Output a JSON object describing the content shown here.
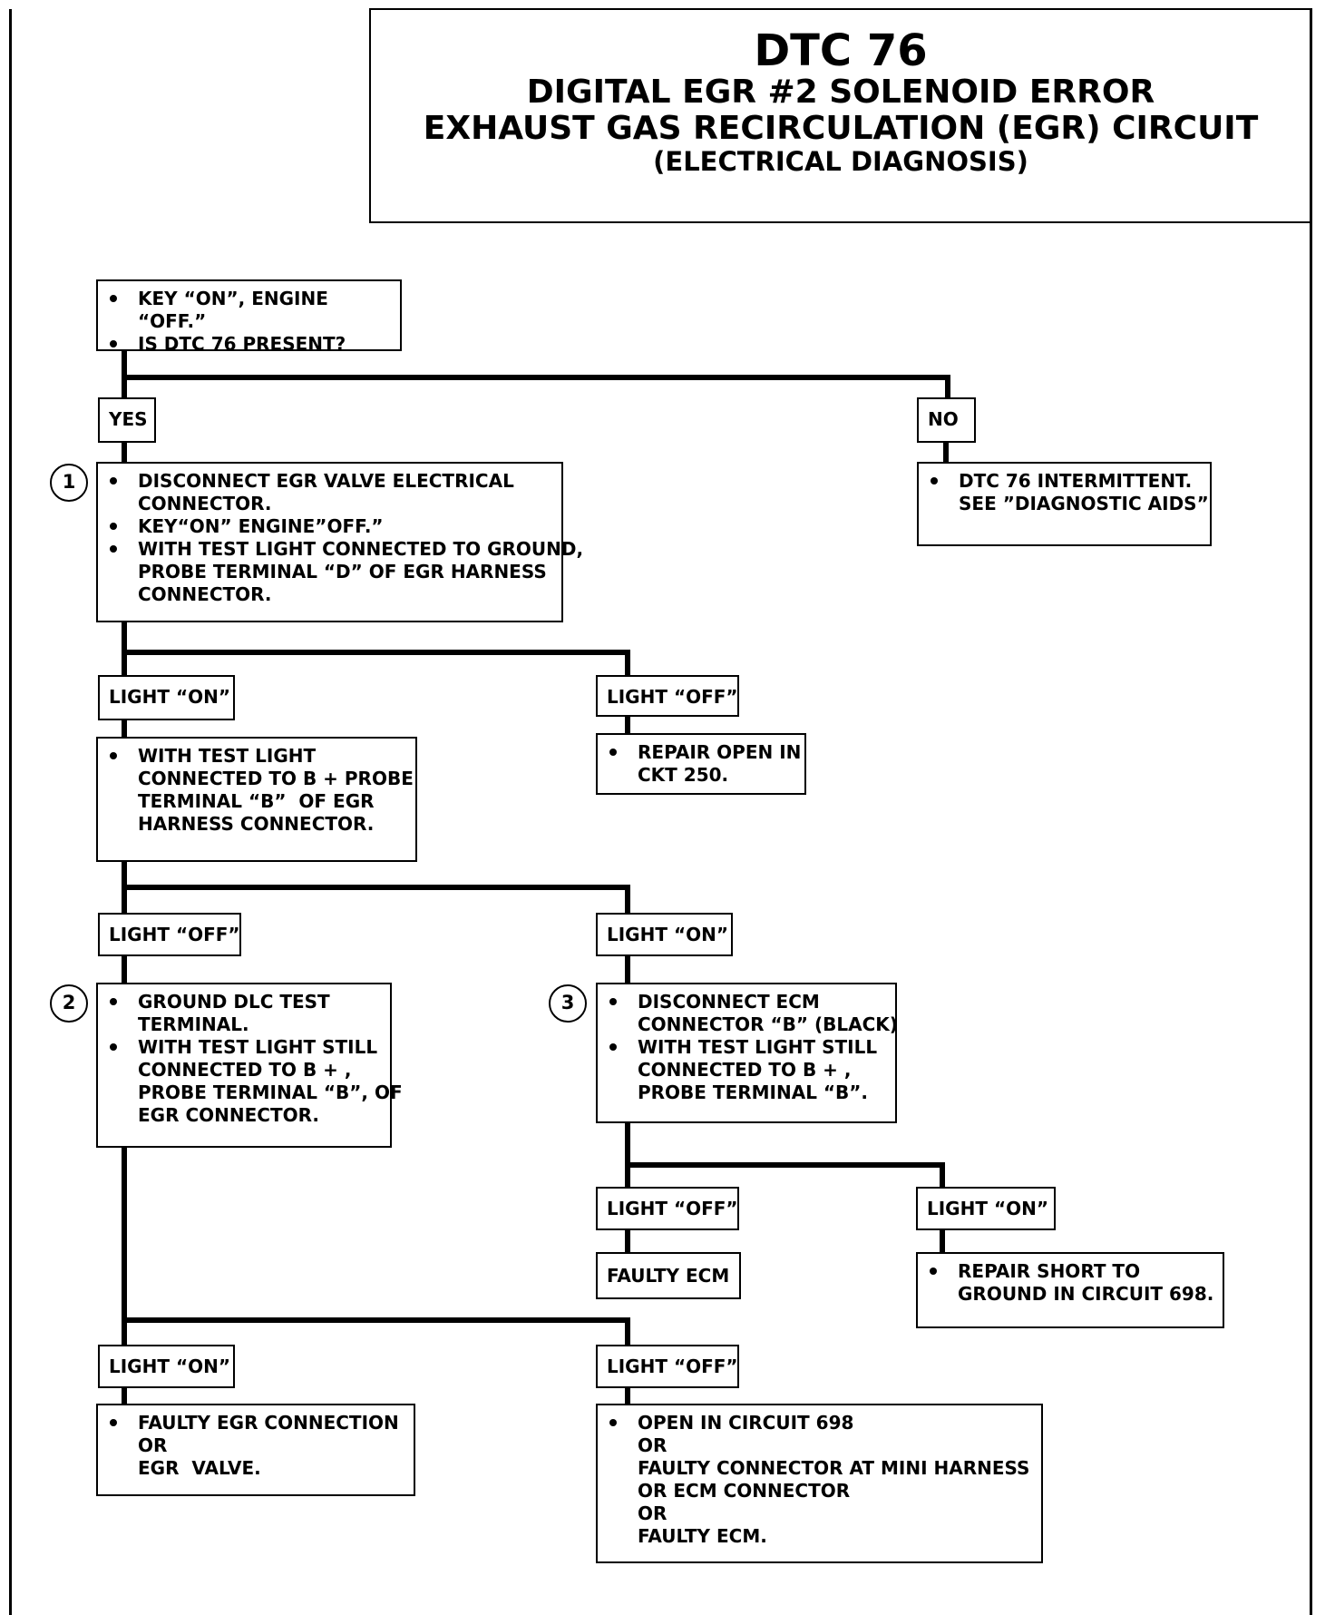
{
  "header": {
    "code": "DTC 76",
    "line1": "DIGITAL EGR #2 SOLENOID ERROR",
    "line2": "EXHAUST GAS RECIRCULATION (EGR) CIRCUIT",
    "line3": "(ELECTRICAL DIAGNOSIS)"
  },
  "steps": {
    "start": [
      "KEY “ON”, ENGINE “OFF.”",
      "IS DTC 76 PRESENT?"
    ],
    "step1": [
      "DISCONNECT EGR VALVE ELECTRICAL\nCONNECTOR.",
      "KEY“ON” ENGINE”OFF.”",
      "WITH TEST LIGHT CONNECTED TO GROUND,\nPROBE TERMINAL “D” OF EGR HARNESS\nCONNECTOR."
    ],
    "no_result": [
      "DTC 76 INTERMITTENT.\nSEE ”DIAGNOSTIC AIDS”"
    ],
    "repair_open": [
      "REPAIR OPEN IN\nCKT 250."
    ],
    "probe_b": [
      "WITH TEST LIGHT\nCONNECTED TO B + PROBE\nTERMINAL “B”  OF EGR\nHARNESS CONNECTOR."
    ],
    "step2": [
      "GROUND DLC TEST\nTERMINAL.",
      "WITH TEST LIGHT STILL\nCONNECTED TO B + ,\nPROBE TERMINAL “B”, OF\nEGR CONNECTOR."
    ],
    "step3": [
      "DISCONNECT ECM\nCONNECTOR “B” (BLACK)",
      "WITH TEST LIGHT STILL\nCONNECTED TO B + ,\nPROBE TERMINAL “B”."
    ],
    "faulty_ecm": "FAULTY ECM",
    "repair_short": [
      "REPAIR SHORT TO\nGROUND IN CIRCUIT 698."
    ],
    "faulty_egr": [
      "FAULTY EGR CONNECTION\nOR\nEGR  VALVE."
    ],
    "open_698": [
      "OPEN IN CIRCUIT 698\nOR\nFAULTY CONNECTOR AT MINI HARNESS\nOR ECM CONNECTOR\nOR\nFAULTY ECM."
    ]
  },
  "labels": {
    "yes": "YES",
    "no": "NO",
    "a_on": "LIGHT “ON”",
    "a_off": "LIGHT “OFF”",
    "b_off": "LIGHT “OFF”",
    "b_on": "LIGHT “ON”",
    "c_off": "LIGHT “OFF”",
    "c_on": "LIGHT “ON”",
    "d_on": "LIGHT “ON”",
    "d_off": "LIGHT “OFF”"
  },
  "markers": {
    "m1": "1",
    "m2": "2",
    "m3": "3"
  }
}
